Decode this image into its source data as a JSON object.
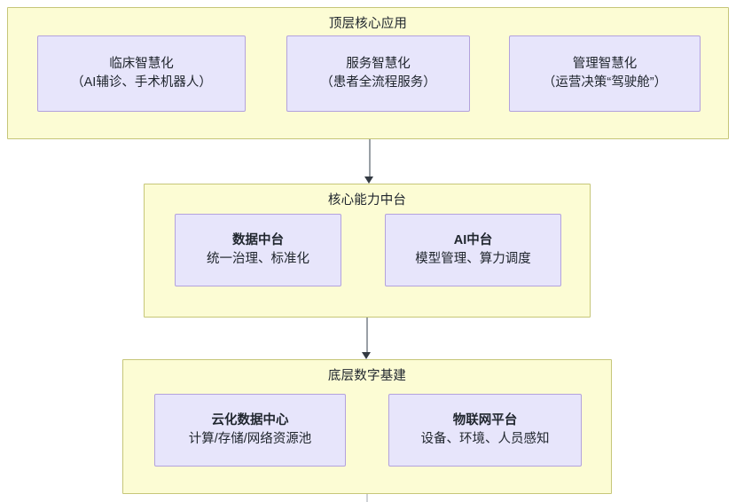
{
  "diagram": {
    "type": "layered-architecture",
    "orientation": "top-to-bottom",
    "theme": {
      "layer_fill": "#fcfcd4",
      "layer_border": "#c6c678",
      "node_fill": "#e7e5fb",
      "node_border": "#b3a2dd",
      "text_color": "#20262e",
      "connector_line": "#9aa0a6",
      "connector_head": "#333a42",
      "background": "#ffffff"
    },
    "layers": [
      {
        "id": "top-application-layer",
        "title": "顶层核心应用",
        "nodes": [
          {
            "id": "clinical-intelligence",
            "line1": "临床智慧化",
            "line2": "（AI辅诊、手术机器人）",
            "bold": false
          },
          {
            "id": "service-intelligence",
            "line1": "服务智慧化",
            "line2": "（患者全流程服务）",
            "bold": false
          },
          {
            "id": "management-intelligence",
            "line1": "管理智慧化",
            "line2": "（运营决策“驾驶舱”）",
            "bold": false
          }
        ]
      },
      {
        "id": "core-capability-platform-layer",
        "title": "核心能力中台",
        "nodes": [
          {
            "id": "data-platform",
            "line1": "数据中台",
            "line2": "统一治理、标准化",
            "bold": true
          },
          {
            "id": "ai-platform",
            "line1": "AI中台",
            "line2": "模型管理、算力调度",
            "bold": true
          }
        ]
      },
      {
        "id": "digital-infrastructure-layer",
        "title": "底层数字基建",
        "nodes": [
          {
            "id": "cloud-data-center",
            "line1": "云化数据中心",
            "line2": "计算/存储/网络资源池",
            "bold": true
          },
          {
            "id": "iot-platform",
            "line1": "物联网平台",
            "line2": "设备、环境、人员感知",
            "bold": true
          }
        ]
      }
    ],
    "connectors": [
      {
        "id": "top-to-core",
        "from": "top-application-layer",
        "to": "core-capability-platform-layer"
      },
      {
        "id": "core-to-infrastructure",
        "from": "core-capability-platform-layer",
        "to": "digital-infrastructure-layer"
      }
    ]
  }
}
